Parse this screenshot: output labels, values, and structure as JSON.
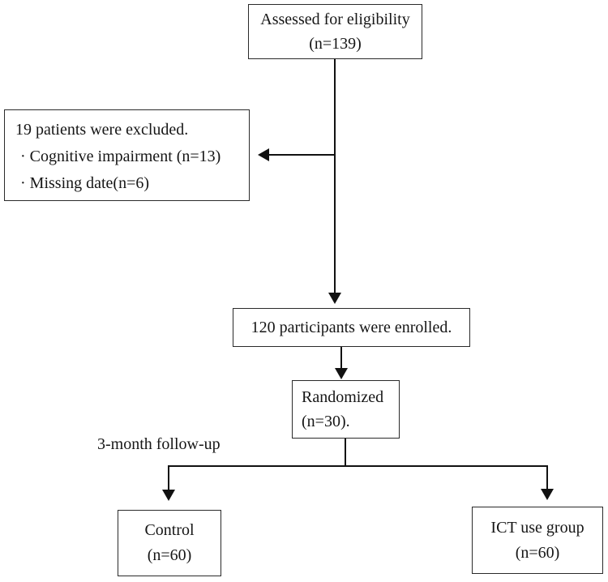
{
  "flow": {
    "eligibility": {
      "title": "Assessed for eligibility",
      "n": "(n=139)"
    },
    "excluded": {
      "title": "19 patients were excluded.",
      "reasons": [
        "· Cognitive impairment (n=13)",
        "· Missing date(n=6)"
      ]
    },
    "enrolled": {
      "title": "120 participants were enrolled."
    },
    "randomized": {
      "title": "Randomized",
      "n": "(n=30)."
    },
    "followup_label": "3-month follow-up",
    "control": {
      "title": "Control",
      "n": "(n=60)"
    },
    "ict": {
      "title": "ICT use group",
      "n": "(n=60)"
    }
  },
  "colors": {
    "background": "#ffffff",
    "box_border": "#2a2a2a",
    "text": "#161616",
    "connector": "#111111"
  }
}
